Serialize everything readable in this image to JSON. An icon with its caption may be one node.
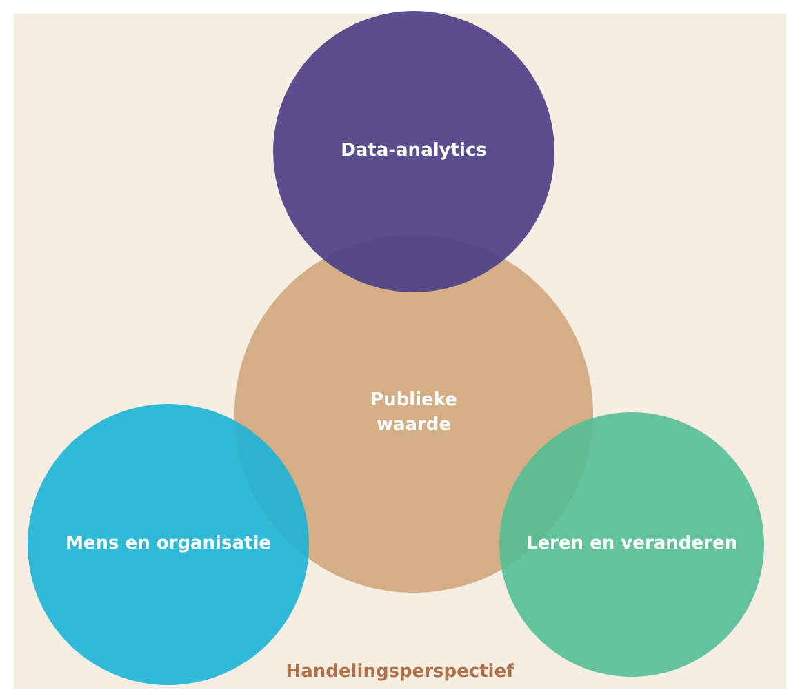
{
  "diagram": {
    "caption": "Handelingsperspectief",
    "nodes": [
      {
        "text": [
          "Data-analytics"
        ]
      },
      {
        "text": [
          "Publieke waarde"
        ]
      },
      {
        "text": [
          "Mens en organisatie"
        ]
      },
      {
        "text": [
          "Leren en veranderen"
        ]
      }
    ]
  }
}
